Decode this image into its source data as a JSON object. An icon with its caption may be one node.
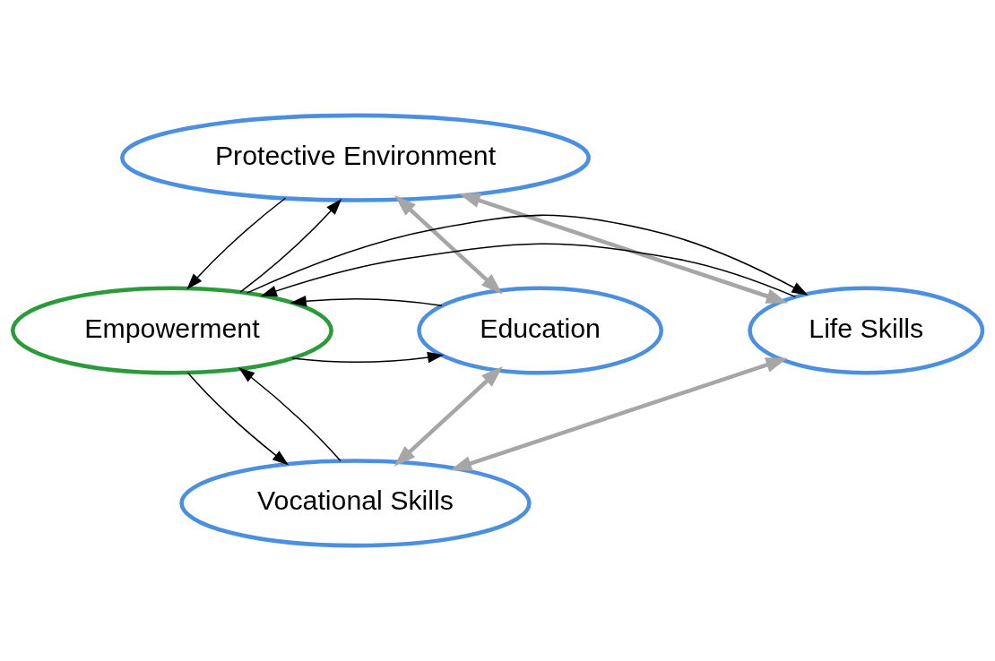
{
  "diagram": {
    "nodes": [
      {
        "text": [
          "Protective Environment"
        ]
      },
      {
        "text": [
          "Life Skills"
        ]
      },
      {
        "text": [
          "Empowerment"
        ]
      },
      {
        "text": [
          "Education"
        ]
      },
      {
        "text": [
          "Vocational Skills"
        ]
      }
    ],
    "edges": [
      {
        "from": 1,
        "to": 0,
        "arrow": "both",
        "color": "#a6a6a6",
        "style": "thick"
      },
      {
        "from": 0,
        "to": 3,
        "arrow": "both",
        "color": "#a6a6a6",
        "style": "thick"
      },
      {
        "from": 1,
        "to": 4,
        "arrow": "both",
        "color": "#a6a6a6",
        "style": "thick"
      },
      {
        "from": 4,
        "to": 3,
        "arrow": "both",
        "color": "#a6a6a6",
        "style": "thick"
      },
      {
        "from": 2,
        "to": 0,
        "arrow": "to"
      },
      {
        "from": 0,
        "to": 2,
        "arrow": "to"
      },
      {
        "from": 1,
        "to": 2,
        "arrow": "to"
      },
      {
        "from": 2,
        "to": 1,
        "arrow": "to"
      },
      {
        "from": 2,
        "to": 3,
        "arrow": "to"
      },
      {
        "from": 3,
        "to": 2,
        "arrow": "to"
      },
      {
        "from": 4,
        "to": 2,
        "arrow": "to"
      },
      {
        "from": 2,
        "to": 4,
        "arrow": "to"
      }
    ]
  }
}
